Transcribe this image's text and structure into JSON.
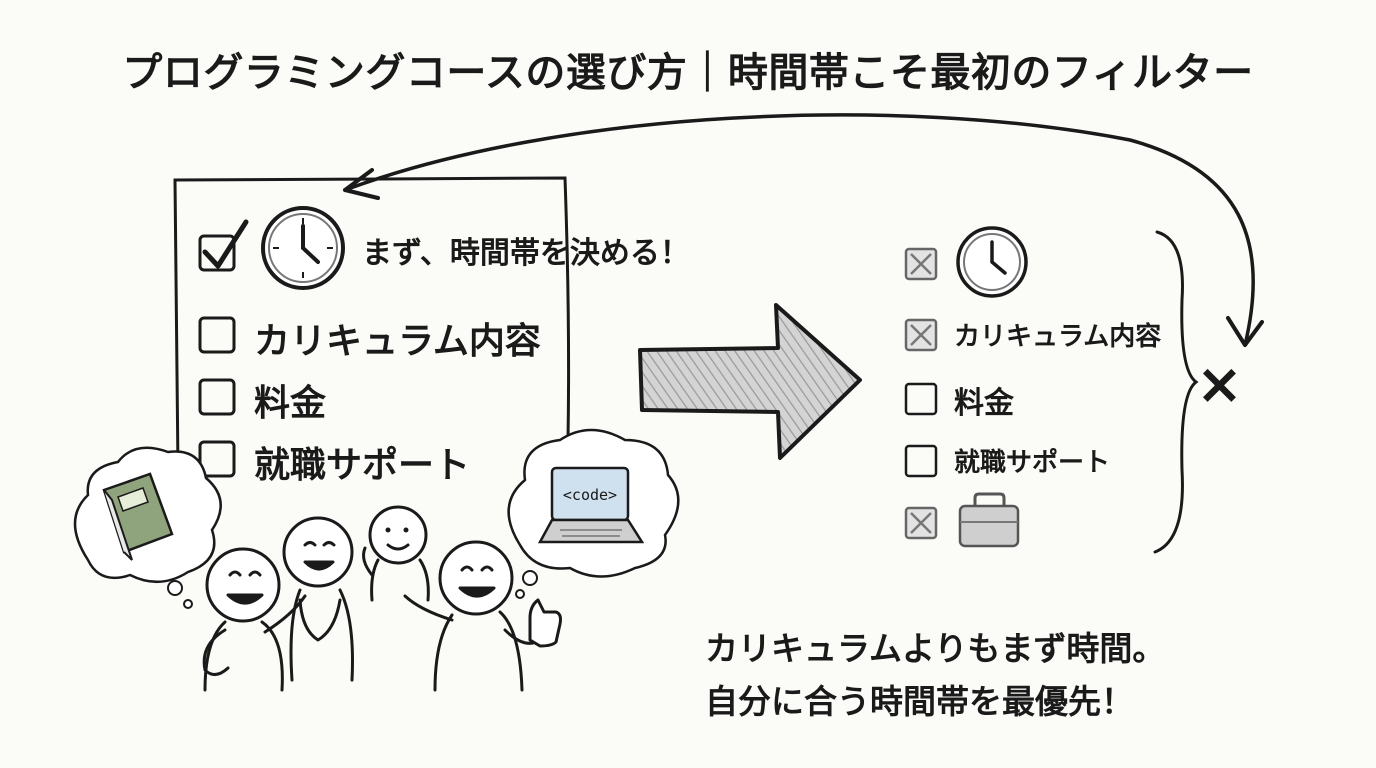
{
  "title": "プログラミングコースの選び方｜時間帯こそ最初のフィルター",
  "left_checklist": {
    "items": [
      {
        "label": "まず、時間帯を決める！",
        "checked": true,
        "icon": "clock-icon"
      },
      {
        "label": "カリキュラム内容",
        "checked": false
      },
      {
        "label": "料金",
        "checked": false
      },
      {
        "label": "就職サポート",
        "checked": false
      }
    ]
  },
  "right_checklist": {
    "items": [
      {
        "label": "",
        "state": "crossed",
        "icon": "clock-icon"
      },
      {
        "label": "カリキュラム内容",
        "state": "crossed"
      },
      {
        "label": "料金",
        "state": "empty"
      },
      {
        "label": "就職サポート",
        "state": "empty"
      },
      {
        "label": "",
        "state": "crossed",
        "icon": "briefcase-icon"
      }
    ],
    "reject_mark": "×"
  },
  "thought_bubbles": [
    {
      "icon": "book-icon"
    },
    {
      "icon": "laptop-icon",
      "screen_text": "<code>"
    }
  ],
  "caption": {
    "line1": "カリキュラムよりもまず時間。",
    "line2": "自分に合う時間帯を最優先！"
  },
  "colors": {
    "ink": "#1a1a1a",
    "book": "#8fa37d",
    "gray": "#bdbdbd",
    "screen": "#cfe0ee"
  }
}
